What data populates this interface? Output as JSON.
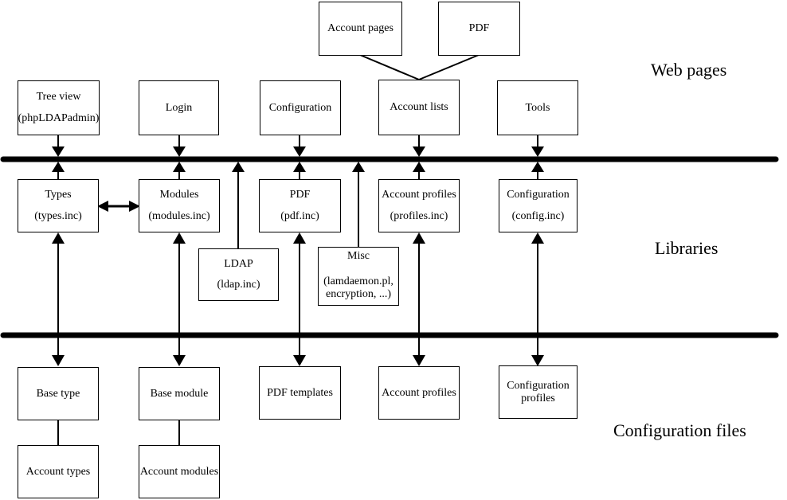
{
  "diagram": {
    "sections": {
      "web_pages": "Web pages",
      "libraries": "Libraries",
      "configuration_files": "Configuration files"
    },
    "boxes": {
      "account_pages": {
        "line1": "Account pages"
      },
      "pdf_page": {
        "line1": "PDF"
      },
      "tree_view": {
        "line1": "Tree view",
        "line2": "(phpLDAPadmin)"
      },
      "login": {
        "line1": "Login"
      },
      "configuration_page": {
        "line1": "Configuration"
      },
      "account_lists": {
        "line1": "Account lists"
      },
      "tools": {
        "line1": "Tools"
      },
      "types": {
        "line1": "Types",
        "line2": "(types.inc)"
      },
      "modules": {
        "line1": "Modules",
        "line2": "(modules.inc)"
      },
      "pdf_lib": {
        "line1": "PDF",
        "line2": "(pdf.inc)"
      },
      "account_profiles_lib": {
        "line1": "Account profiles",
        "line2": "(profiles.inc)"
      },
      "configuration_lib": {
        "line1": "Configuration",
        "line2": "(config.inc)"
      },
      "ldap": {
        "line1": "LDAP",
        "line2": "(ldap.inc)"
      },
      "misc": {
        "line1": "Misc",
        "line2": "(lamdaemon.pl,",
        "line3": "encryption, ...)"
      },
      "base_type": {
        "line1": "Base type"
      },
      "base_module": {
        "line1": "Base module"
      },
      "pdf_templates": {
        "line1": "PDF templates"
      },
      "account_profiles_cfg": {
        "line1": "Account profiles"
      },
      "configuration_profiles": {
        "line1": "Configuration",
        "line2": "profiles"
      },
      "account_types": {
        "line1": "Account types"
      },
      "account_modules": {
        "line1": "Account modules"
      }
    },
    "colors": {
      "line": "#000000",
      "box_border": "#000000",
      "background": "#ffffff"
    }
  }
}
